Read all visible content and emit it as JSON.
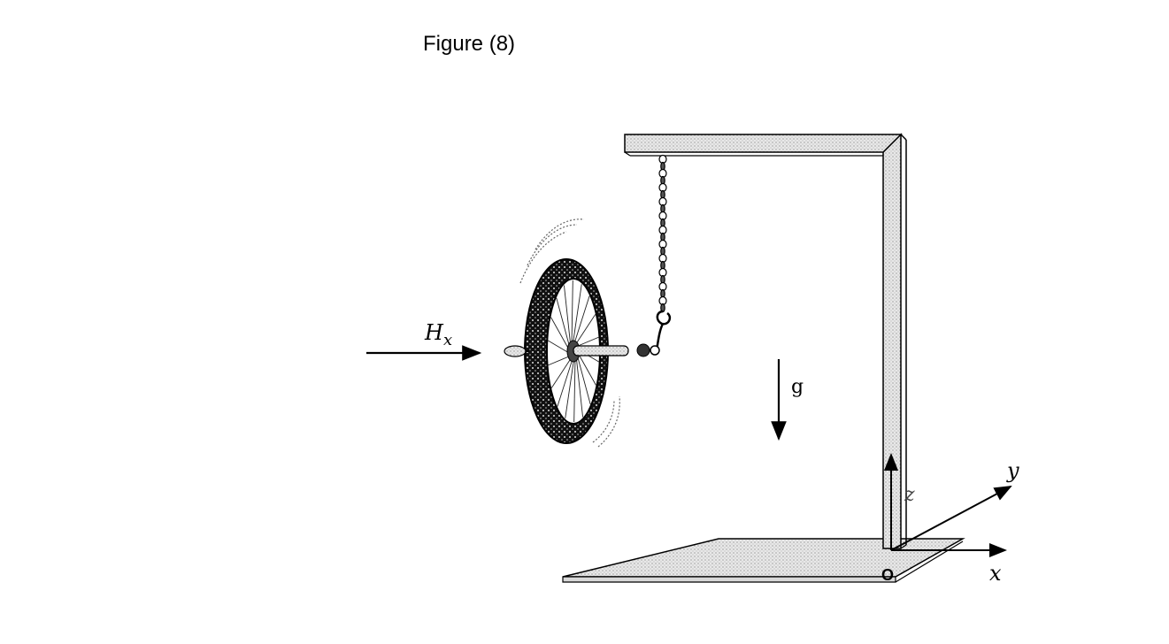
{
  "figure": {
    "title": "Figure (8)"
  },
  "labels": {
    "force": "H",
    "force_sub": "x",
    "gravity": "g",
    "axis_x": "x",
    "axis_y": "y",
    "axis_z": "z",
    "origin": "O"
  }
}
